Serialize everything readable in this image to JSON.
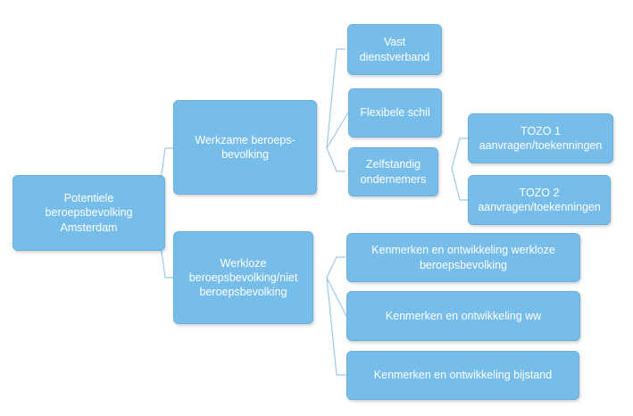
{
  "diagram": {
    "root": {
      "label": "Potentiele\nberoepsbevolking\nAmsterdam"
    },
    "level1": [
      {
        "label": "Werkzame beroeps-\nbevolking"
      },
      {
        "label": "Werkloze\nberoepsbevolking/niet\nberoepsbevolking"
      }
    ],
    "working": [
      {
        "label": "Vast\ndienstverband"
      },
      {
        "label": "Flexibele schil"
      },
      {
        "label": "Zelfstandig\nondernemers"
      }
    ],
    "tozo": [
      {
        "label": "TOZO 1\naanvragen/toekenningen"
      },
      {
        "label": "TOZO 2\naanvragen/toekenningen"
      }
    ],
    "unemployed": [
      {
        "label": "Kenmerken en ontwikkeling werkloze\nberoepsbevolking"
      },
      {
        "label": "Kenmerken en ontwikkeling ww"
      },
      {
        "label": "Kenmerken en ontwikkeling bijstand"
      }
    ],
    "colors": {
      "box": "#77bde9",
      "border": "#6aaed9",
      "text": "#ffffff",
      "line": "#9cc9e6"
    }
  }
}
